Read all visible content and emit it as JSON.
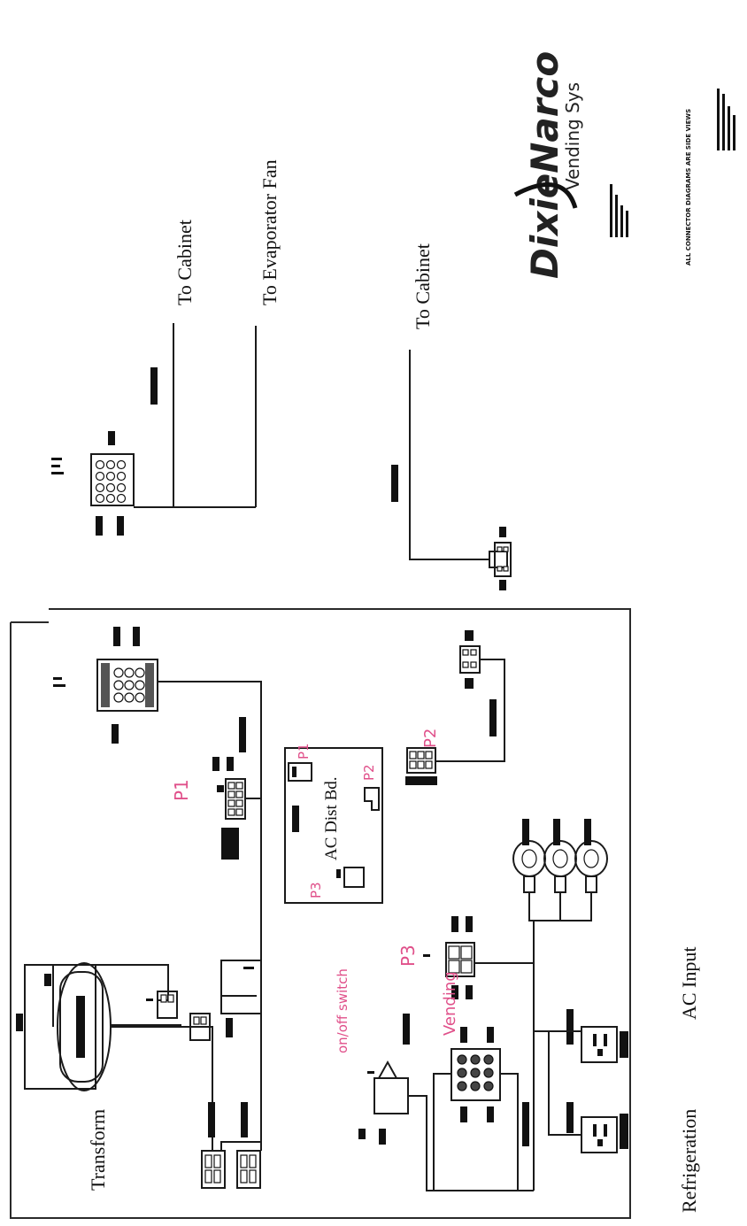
{
  "labels": {
    "to_cabinet_top": "To Cabinet",
    "to_evaporator_fan": "To Evaporator Fan",
    "to_cabinet_mid": "To Cabinet",
    "ac_dist_bd": "AC Dist Bd.",
    "ac_input": "AC Input",
    "refrigeration": "Refrigeration",
    "transformer": "Transform"
  },
  "handwritten": {
    "p1": "P1",
    "p1_board": "P1",
    "p2_board": "P2",
    "p3_board": "P3",
    "p3": "P3",
    "p2": "P2",
    "on_off_switch": "on/off switch",
    "vending": "Vending"
  },
  "title_block": {
    "logo_text": "DixieNarco",
    "logo_subtext": "Vending Sys",
    "model_line": "ALL CONNECTOR DIAGRAMS ARE SIDE VIEWS",
    "colors": {
      "ink": "#111111",
      "handwriting": "#e0508a"
    }
  }
}
